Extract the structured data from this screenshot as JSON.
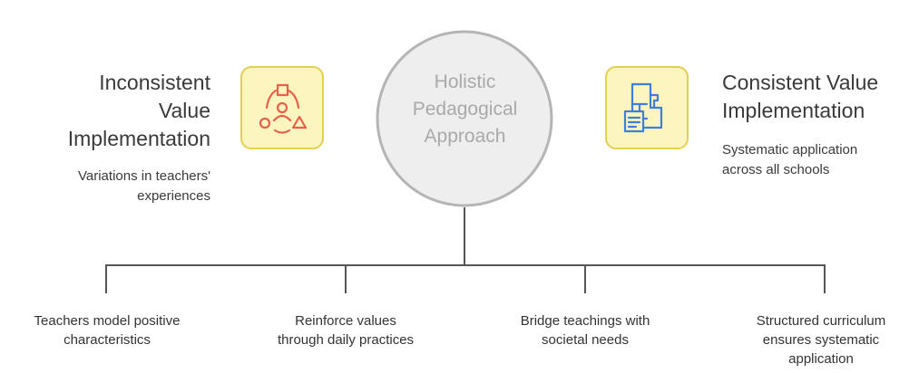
{
  "center": {
    "title": "Holistic Pedagogical Approach",
    "lines": [
      "Holistic",
      "Pedagogical",
      "Approach"
    ]
  },
  "left": {
    "title_lines": [
      "Inconsistent",
      "Value",
      "Implementation"
    ],
    "desc_lines": [
      "Variations in teachers'",
      "experiences"
    ],
    "icon": "people-shapes-icon",
    "icon_color": "#e8604c"
  },
  "right": {
    "title_lines": [
      "Consistent Value",
      "Implementation"
    ],
    "desc_lines": [
      "Systematic application",
      "across all schools"
    ],
    "icon": "blueprint-document-icon",
    "icon_color": "#3d7fd9"
  },
  "branches": [
    {
      "lines": [
        "Teachers model positive",
        "characteristics"
      ]
    },
    {
      "lines": [
        "Reinforce values",
        "through daily practices"
      ]
    },
    {
      "lines": [
        "Bridge teachings with",
        "societal needs"
      ]
    },
    {
      "lines": [
        "Structured curriculum",
        "ensures systematic",
        "application"
      ]
    }
  ],
  "colors": {
    "connector": "#555555",
    "circle_fill": "#eeeeee",
    "circle_stroke": "#b5b5b5",
    "icon_box_fill": "#fdf5bf",
    "icon_box_stroke": "#e3cf54"
  }
}
